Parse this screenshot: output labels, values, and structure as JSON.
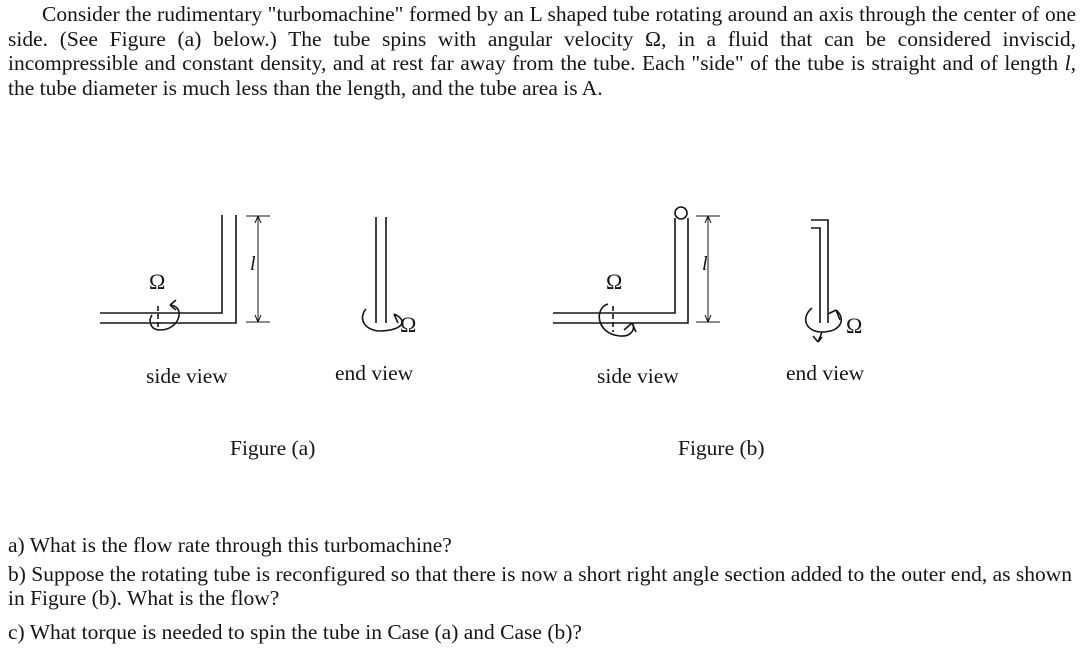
{
  "intro": {
    "part1": "Consider the rudimentary \"turbomachine\" formed by an L shaped tube rotating around an axis through the center of one side.  (See Figure (a) below.)  The tube spins with angular velocity Ω, in a fluid that can be considered inviscid, incompressible and constant density, and at rest far away from the tube.  Each \"side\" of the tube is straight and of length ",
    "length_symbol": "l",
    "part2": ",  the tube diameter is much less than the length, and the tube area is A."
  },
  "figures": {
    "omega_symbol": "Ω",
    "length_symbol": "l",
    "side_view_label": "side view",
    "end_view_label": "end view",
    "caption_a": "Figure (a)",
    "caption_b": "Figure (b)"
  },
  "questions": [
    "a) What is the flow rate through this turbomachine?",
    "b)  Suppose the rotating tube is reconfigured so that there is now a short right angle section added to the outer end, as shown in Figure (b).  What is the flow?",
    "c)  What torque is needed to spin the tube in Case (a) and Case (b)?"
  ]
}
